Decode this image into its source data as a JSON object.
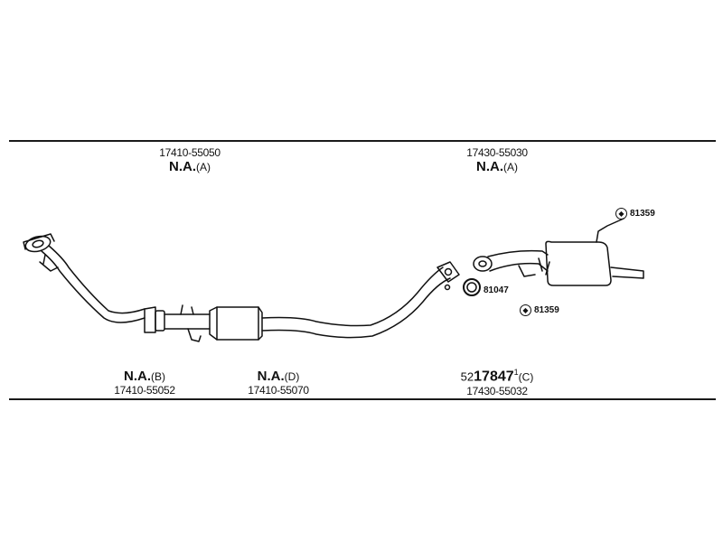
{
  "parts": {
    "front_pipe_top": {
      "part_number": "17410-55050",
      "status": "N.A.",
      "variant": "(A)"
    },
    "rear_muffler_top": {
      "part_number": "17430-55030",
      "status": "N.A.",
      "variant": "(A)"
    },
    "front_pipe_bottom": {
      "part_number": "17410-55052",
      "status": "N.A.",
      "variant": "(B)"
    },
    "center_pipe_bottom": {
      "part_number": "17410-55070",
      "status": "N.A.",
      "variant": "(D)"
    },
    "rear_bottom": {
      "part_number": "17430-55032",
      "prefix": "52",
      "code": "17847",
      "superscript": "1",
      "variant": "(C)"
    }
  },
  "fittings": {
    "hanger_top": {
      "code": "81359",
      "icon": "hanger-icon"
    },
    "gasket": {
      "code": "81047",
      "icon": "gasket-ring-icon"
    },
    "hanger_bottom": {
      "code": "81359",
      "icon": "hanger-icon"
    }
  }
}
